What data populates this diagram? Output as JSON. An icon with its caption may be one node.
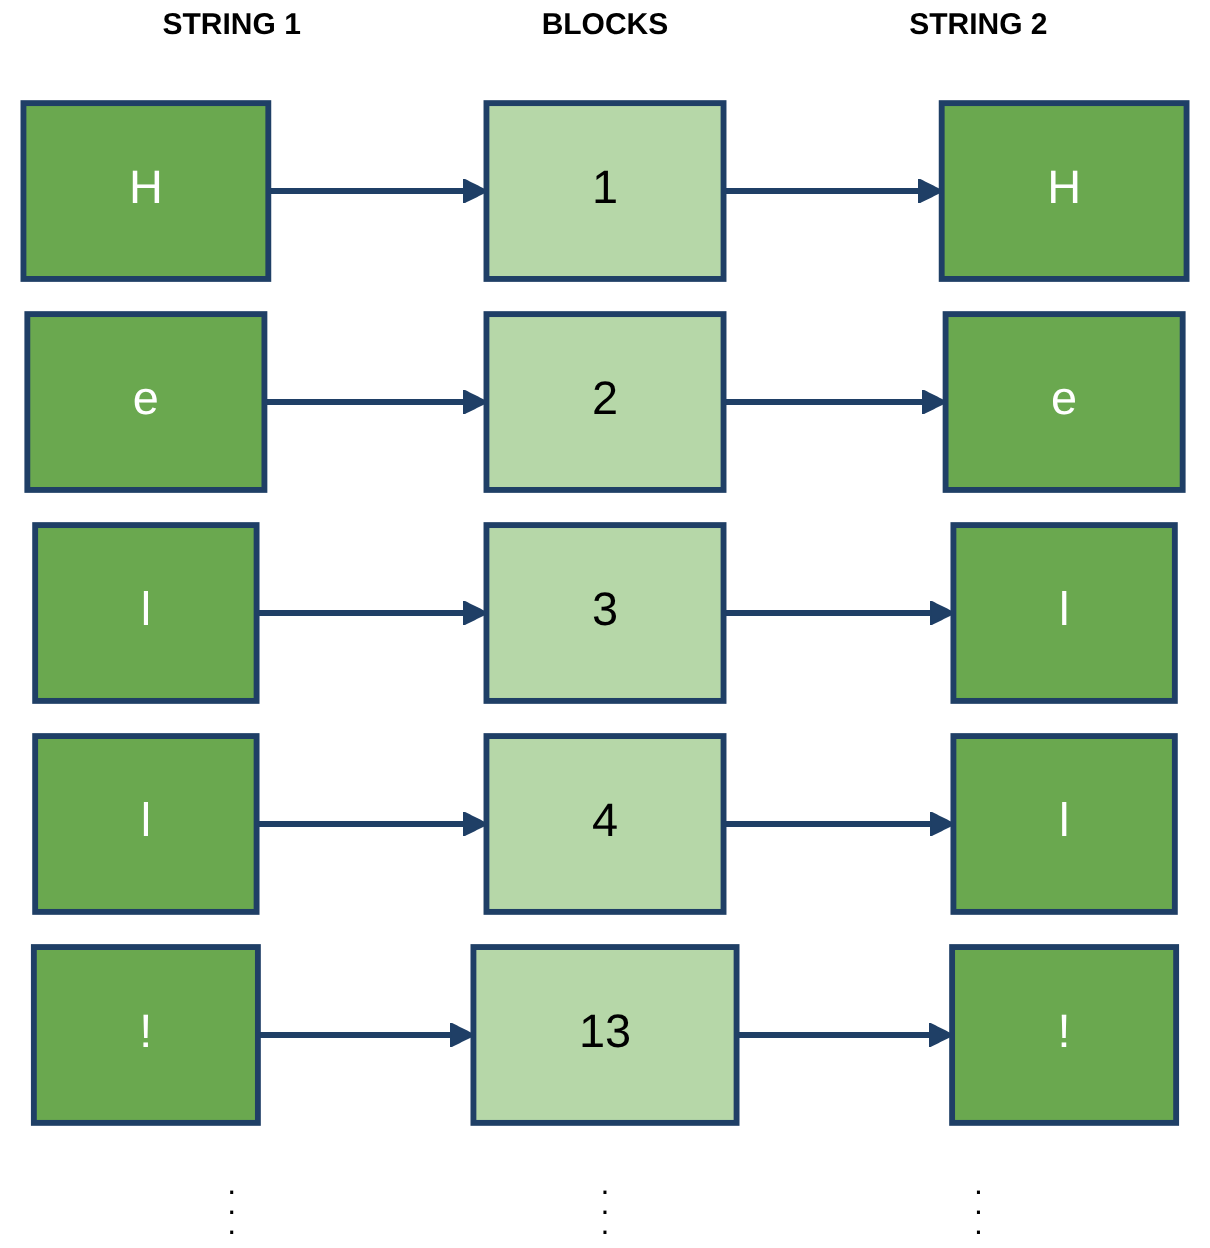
{
  "diagram": {
    "nodes": [
      {
        "text": [
          "H"
        ]
      },
      {
        "text": [
          "1"
        ]
      },
      {
        "text": [
          "H"
        ]
      },
      {
        "text": [
          "e"
        ]
      },
      {
        "text": [
          "2"
        ]
      },
      {
        "text": [
          "e"
        ]
      },
      {
        "text": [
          "l"
        ]
      },
      {
        "text": [
          "3"
        ]
      },
      {
        "text": [
          "l"
        ]
      },
      {
        "text": [
          "l"
        ]
      },
      {
        "text": [
          "4"
        ]
      },
      {
        "text": [
          "l"
        ]
      },
      {
        "text": [
          "!"
        ]
      },
      {
        "text": [
          "13"
        ]
      },
      {
        "text": [
          "!"
        ]
      }
    ],
    "edges": [
      {
        "from": 0,
        "to": 1,
        "arrow": "to"
      },
      {
        "from": 1,
        "to": 2,
        "arrow": "to"
      },
      {
        "from": 3,
        "to": 4,
        "arrow": "to"
      },
      {
        "from": 4,
        "to": 5,
        "arrow": "to"
      },
      {
        "from": 6,
        "to": 7,
        "arrow": "to"
      },
      {
        "from": 7,
        "to": 8,
        "arrow": "to"
      },
      {
        "from": 9,
        "to": 10,
        "arrow": "to"
      },
      {
        "from": 10,
        "to": 11,
        "arrow": "to"
      },
      {
        "from": 12,
        "to": 13,
        "arrow": "to"
      },
      {
        "from": 13,
        "to": 14,
        "arrow": "to"
      }
    ],
    "labels": [
      "STRING 1",
      "BLOCKS",
      "STRING 2",
      ".",
      ".",
      ".",
      ".",
      ".",
      ".",
      ".",
      ".",
      "."
    ]
  }
}
